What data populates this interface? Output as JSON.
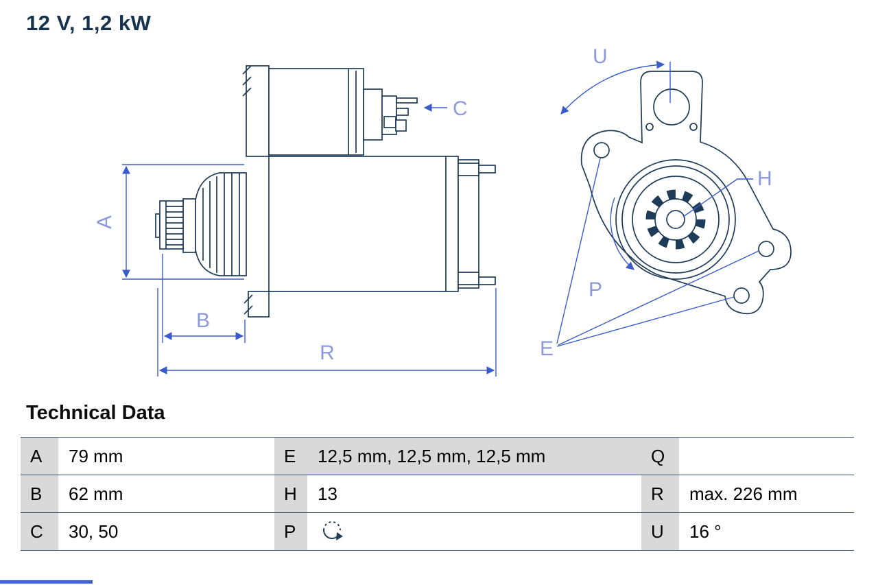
{
  "title": "12 V, 1,2 kW",
  "technical_data": {
    "heading": "Technical Data",
    "rows": [
      [
        {
          "key": "A",
          "value": "79 mm"
        },
        {
          "key": "E",
          "value": "12,5 mm, 12,5 mm, 12,5 mm"
        },
        {
          "key": "Q",
          "value": ""
        }
      ],
      [
        {
          "key": "B",
          "value": "62 mm"
        },
        {
          "key": "H",
          "value": "13"
        },
        {
          "key": "R",
          "value": "max. 226 mm"
        }
      ],
      [
        {
          "key": "C",
          "value": "30, 50"
        },
        {
          "key": "P",
          "value": ""
        },
        {
          "key": "U",
          "value": "16 °"
        }
      ]
    ],
    "icons": {
      "p_value": "rotation-direction-icon"
    }
  },
  "diagram": {
    "labels": {
      "A": "A",
      "B": "B",
      "C": "C",
      "R": "R",
      "U": "U",
      "H": "H",
      "P": "P",
      "E": "E"
    },
    "colors": {
      "part_outline": "#1e3b58",
      "dimension_line": "#3a5ccb",
      "dimension_label": "#8b98da"
    }
  }
}
